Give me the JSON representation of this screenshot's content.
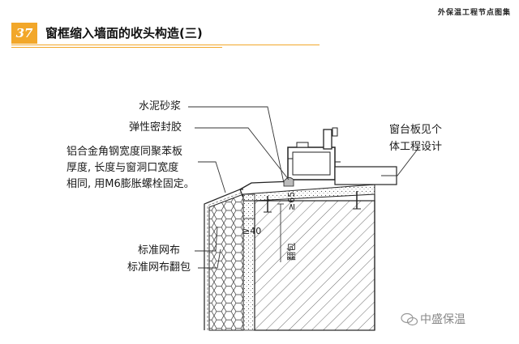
{
  "header": {
    "top_right_text": "外保温工程节点图集"
  },
  "title_bar": {
    "number": "37",
    "title": "窗框缩入墙面的收头构造(三)"
  },
  "labels": {
    "cement_mortar": "水泥砂浆",
    "elastic_sealant": "弹性密封胶",
    "aluminum_angle_line1": "铝合金角钢宽度同聚苯板",
    "aluminum_angle_line2": "厚度, 长度与窗洞口宽度",
    "aluminum_angle_line3": "相同, 用M6膨胀螺栓固定。",
    "window_sill_line1": "窗台板见个",
    "window_sill_line2": "体工程设计",
    "standard_mesh": "标准网布",
    "standard_mesh_wrap": "标准网布翻包"
  },
  "dimensions": {
    "min_40": "≥40",
    "min_65": "≥65",
    "wrap": "翻包"
  },
  "watermark": {
    "text": "中盛保温",
    "icon": "wechat-icon"
  },
  "colors": {
    "accent": "#f2a72a",
    "line": "#222222"
  }
}
